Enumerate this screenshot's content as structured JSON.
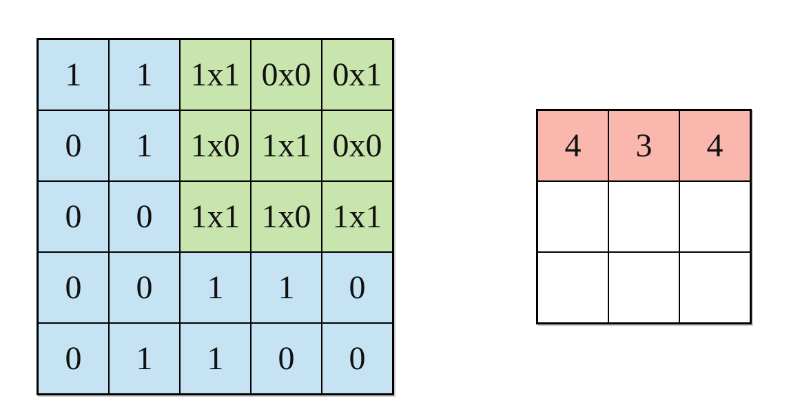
{
  "colors": {
    "input_cell": "#C5E3F2",
    "kernel_overlay_cell": "#C7E5AC",
    "result_cell": "#F9B7AE",
    "empty_cell": "#FFFFFF",
    "grid_line": "#000000"
  },
  "input_grid": {
    "columns": 5,
    "rows": [
      [
        {
          "text": "1",
          "style": "input"
        },
        {
          "text": "1",
          "style": "input"
        },
        {
          "text": "1x1",
          "style": "kernel"
        },
        {
          "text": "0x0",
          "style": "kernel"
        },
        {
          "text": "0x1",
          "style": "kernel"
        }
      ],
      [
        {
          "text": "0",
          "style": "input"
        },
        {
          "text": "1",
          "style": "input"
        },
        {
          "text": "1x0",
          "style": "kernel"
        },
        {
          "text": "1x1",
          "style": "kernel"
        },
        {
          "text": "0x0",
          "style": "kernel"
        }
      ],
      [
        {
          "text": "0",
          "style": "input"
        },
        {
          "text": "0",
          "style": "input"
        },
        {
          "text": "1x1",
          "style": "kernel"
        },
        {
          "text": "1x0",
          "style": "kernel"
        },
        {
          "text": "1x1",
          "style": "kernel"
        }
      ],
      [
        {
          "text": "0",
          "style": "input"
        },
        {
          "text": "0",
          "style": "input"
        },
        {
          "text": "1",
          "style": "input"
        },
        {
          "text": "1",
          "style": "input"
        },
        {
          "text": "0",
          "style": "input"
        }
      ],
      [
        {
          "text": "0",
          "style": "input"
        },
        {
          "text": "1",
          "style": "input"
        },
        {
          "text": "1",
          "style": "input"
        },
        {
          "text": "0",
          "style": "input"
        },
        {
          "text": "0",
          "style": "input"
        }
      ]
    ]
  },
  "output_grid": {
    "columns": 3,
    "rows": [
      [
        {
          "text": "4",
          "style": "result"
        },
        {
          "text": "3",
          "style": "result"
        },
        {
          "text": "4",
          "style": "result"
        }
      ],
      [
        {
          "text": "",
          "style": "empty"
        },
        {
          "text": "",
          "style": "empty"
        },
        {
          "text": "",
          "style": "empty"
        }
      ],
      [
        {
          "text": "",
          "style": "empty"
        },
        {
          "text": "",
          "style": "empty"
        },
        {
          "text": "",
          "style": "empty"
        }
      ]
    ]
  }
}
